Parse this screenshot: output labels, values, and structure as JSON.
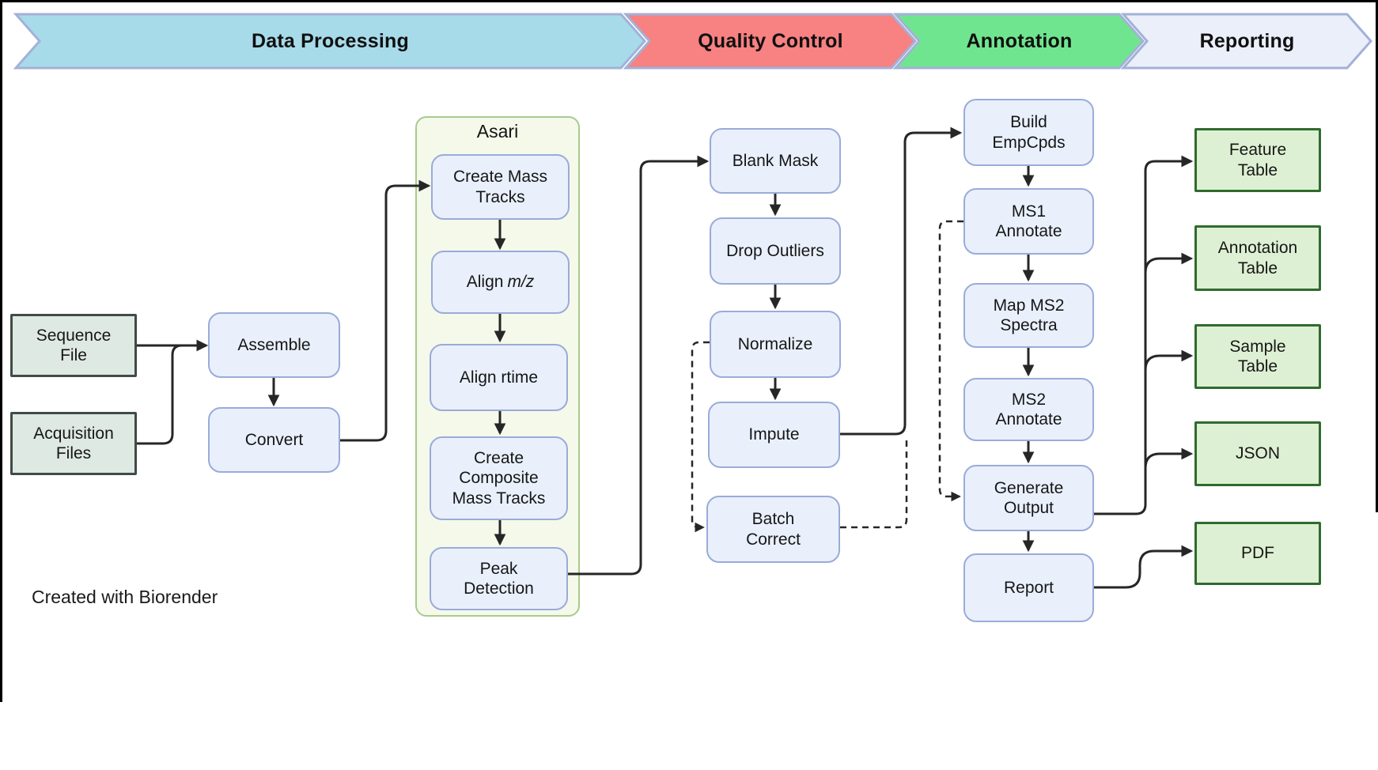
{
  "colors": {
    "banner_border": "#a3b1d7",
    "process_fill": "#e9f0fc",
    "process_border": "#9aabd8",
    "input_fill": "#dfe9e3",
    "input_border": "#414b47",
    "output_fill": "#def0d3",
    "output_border": "#2f6b2e",
    "asari_fill": "#f5f9ea",
    "asari_border": "#a9ca8e",
    "arrow": "#262626"
  },
  "banners": [
    {
      "label": "Data Processing",
      "fill": "#a7dbe9"
    },
    {
      "label": "Quality Control",
      "fill": "#f88181"
    },
    {
      "label": "Annotation",
      "fill": "#70e58f"
    },
    {
      "label": "Reporting",
      "fill": "#eaeffa"
    }
  ],
  "inputs": {
    "sequence_file": "Sequence File",
    "acquisition_files": "Acquisition Files"
  },
  "data_processing": {
    "assemble": "Assemble",
    "convert": "Convert",
    "asari": {
      "title": "Asari",
      "create_mass_tracks": "Create Mass Tracks",
      "align_mz_prefix": "Align",
      "align_mz_italic": "m/z",
      "align_rtime": "Align rtime",
      "create_composite_mass_tracks": "Create Composite Mass Tracks",
      "peak_detection": "Peak Detection"
    }
  },
  "quality_control": {
    "blank_mask": "Blank Mask",
    "drop_outliers": "Drop Outliers",
    "normalize": "Normalize",
    "impute": "Impute",
    "batch_correct": "Batch Correct"
  },
  "annotation": {
    "build_empcpds": "Build EmpCpds",
    "ms1_annotate": "MS1 Annotate",
    "map_ms2_spectra": "Map MS2 Spectra",
    "ms2_annotate": "MS2 Annotate",
    "generate_output": "Generate Output",
    "report": "Report"
  },
  "outputs": {
    "feature_table": "Feature Table",
    "annotation_table": "Annotation Table",
    "sample_table": "Sample Table",
    "json": "JSON",
    "pdf": "PDF"
  },
  "footer": {
    "credit": "Created with Biorender"
  }
}
